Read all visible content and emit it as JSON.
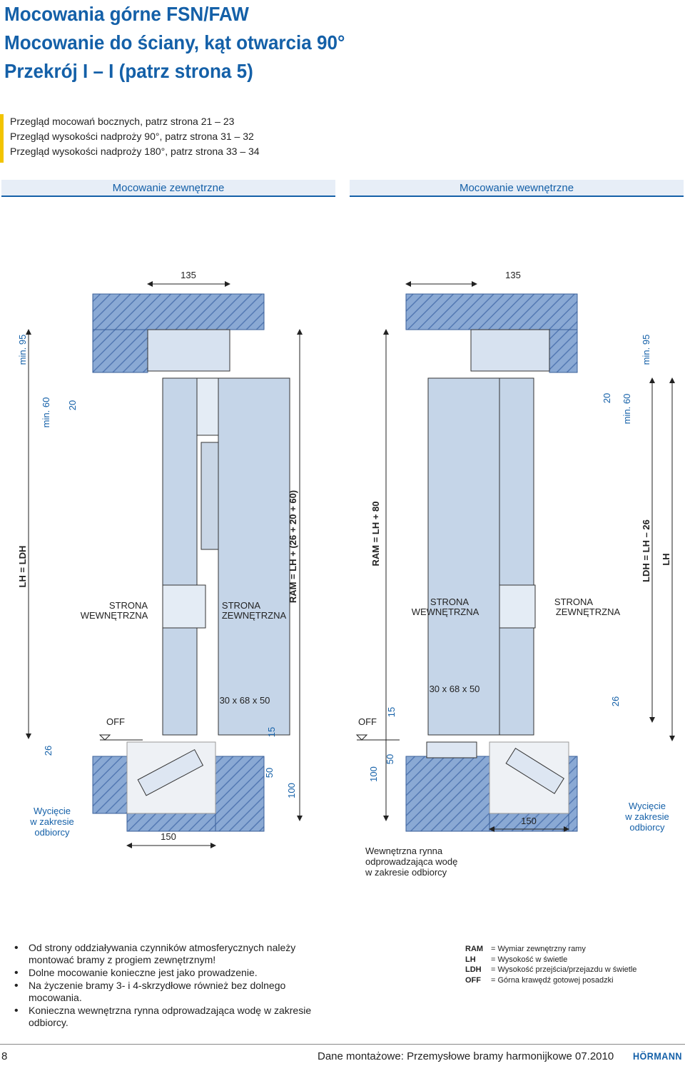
{
  "page": {
    "title_lines": [
      "Mocowania górne FSN/FAW",
      "Mocowanie do ściany, kąt otwarcia 90°",
      "Przekrój I – I (patrz strona 5)"
    ],
    "notes": [
      "Przegląd mocowań bocznych, patrz strona 21 – 23",
      "Przegląd wysokości nadproży 90°, patrz strona 31 – 32",
      "Przegląd wysokości nadproży 180°, patrz strona 33 – 34"
    ],
    "sections": {
      "left": "Mocowanie zewnętrzne",
      "right": "Mocowanie wewnętrzne"
    }
  },
  "drawing": {
    "left": {
      "dim_top": "135",
      "min95": "min. 95",
      "min60": "min. 60",
      "d20": "20",
      "lh_ldh": "LH = LDH",
      "side_in": [
        "STRONA",
        "WEWNĘTRZNA"
      ],
      "side_out": [
        "STRONA",
        "ZEWNĘTRZNA"
      ],
      "ram": "RAM = LH + (26 + 20 + 60)",
      "profile": "30 x 68 x 50",
      "off": "OFF",
      "d15": "15",
      "d26": "26",
      "d50": "50",
      "d100": "100",
      "d150": "150",
      "cut_note": [
        "Wycięcie",
        "w zakresie",
        "odbiorcy"
      ]
    },
    "right": {
      "dim_top": "135",
      "min95": "min. 95",
      "min60": "min. 60",
      "d20": "20",
      "ram": "RAM = LH + 80",
      "ldh": "LDH = LH – 26",
      "lh": "LH",
      "side_in": [
        "STRONA",
        "WEWNĘTRZNA"
      ],
      "side_out": [
        "STRONA",
        "ZEWNĘTRZNA"
      ],
      "profile": "30 x 68 x 50",
      "off": "OFF",
      "d15": "15",
      "d26": "26",
      "d50": "50",
      "d100": "100",
      "d150": "150",
      "cut_note": [
        "Wycięcie",
        "w zakresie",
        "odbiorcy"
      ],
      "gutter_note": [
        "Wewnętrzna rynna",
        "odprowadzająca wodę",
        "w zakresie odbiorcy"
      ]
    }
  },
  "bullets": [
    "Od strony oddziaływania czynników atmosferycznych należy montować bramy z progiem zewnętrznym!",
    "Dolne mocowanie konieczne jest jako prowadzenie.",
    "Na życzenie bramy 3- i 4-skrzydłowe również bez dolnego mocowania.",
    "Konieczna wewnętrzna rynna odprowadzająca wodę w zakresie odbiorcy."
  ],
  "legend": [
    {
      "abbr": "RAM",
      "desc": "= Wymiar zewnętrzny ramy"
    },
    {
      "abbr": "LH",
      "desc": "= Wysokość w świetle"
    },
    {
      "abbr": "LDH",
      "desc": "= Wysokość przejścia/przejazdu w świetle"
    },
    {
      "abbr": "OFF",
      "desc": "= Górna krawędź gotowej posadzki"
    }
  ],
  "footer": {
    "page_number": "8",
    "text": "Dane montażowe: Przemysłowe bramy harmonijkowe 07.2010",
    "brand": "HÖRMANN"
  },
  "colors": {
    "brand_blue": "#1460a8",
    "panel_blue": "#c5d5e8",
    "hatch_blue": "#6a90c4",
    "accent_yellow": "#f2c400"
  }
}
